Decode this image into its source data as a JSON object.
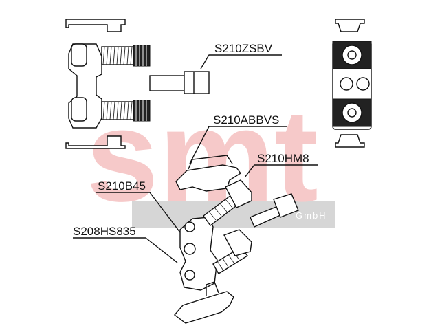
{
  "watermark": {
    "logo_text": "smt",
    "sub_text": "GmbH"
  },
  "labels": {
    "part_nut": "S210ZSBV",
    "part_cover": "S210ABBVS",
    "part_tnut": "S210HM8",
    "part_block": "S210B45",
    "part_screw": "S208HS835"
  },
  "colors": {
    "watermark_red": "#f6c9c9",
    "watermark_band": "#d6d6d6",
    "line": "#111111"
  }
}
